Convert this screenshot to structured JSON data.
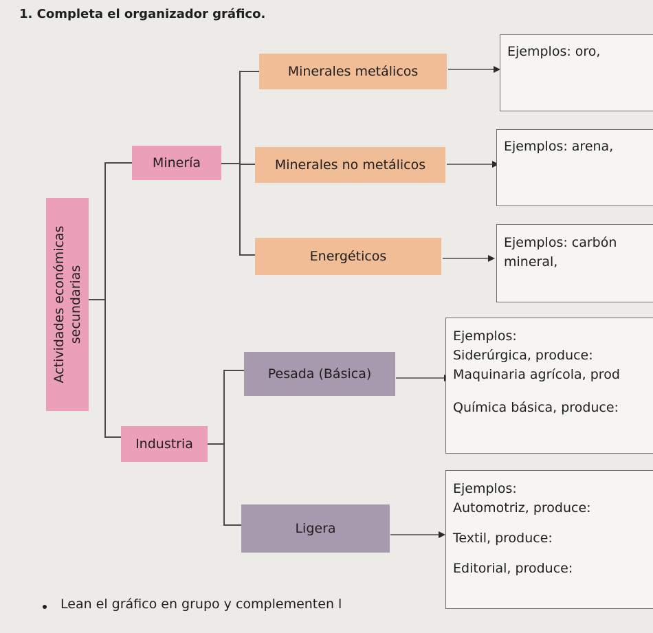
{
  "title": "1. Completa el organizador gráfico.",
  "root": {
    "line1": "Actividades económicas",
    "line2": "secundarias"
  },
  "mineria": {
    "label": "Minería",
    "items": [
      {
        "label": "Minerales metálicos",
        "example_lines": [
          "Ejemplos: oro,"
        ]
      },
      {
        "label": "Minerales no metálicos",
        "example_lines": [
          "Ejemplos: arena,"
        ]
      },
      {
        "label": "Energéticos",
        "example_lines": [
          "Ejemplos: carbón",
          "mineral,"
        ]
      }
    ]
  },
  "industria": {
    "label": "Industria",
    "items": [
      {
        "label": "Pesada (Básica)",
        "example_lines": [
          "Ejemplos:",
          "Siderúrgica, produce:",
          "Maquinaria agrícola, prod",
          "",
          "Química básica, produce:"
        ]
      },
      {
        "label": "Ligera",
        "example_lines": [
          "Ejemplos:",
          "Automotriz, produce:",
          "",
          "Textil, produce:",
          "",
          "Editorial, produce:"
        ]
      }
    ]
  },
  "footer": "Lean el gráfico en grupo y complementen l"
}
